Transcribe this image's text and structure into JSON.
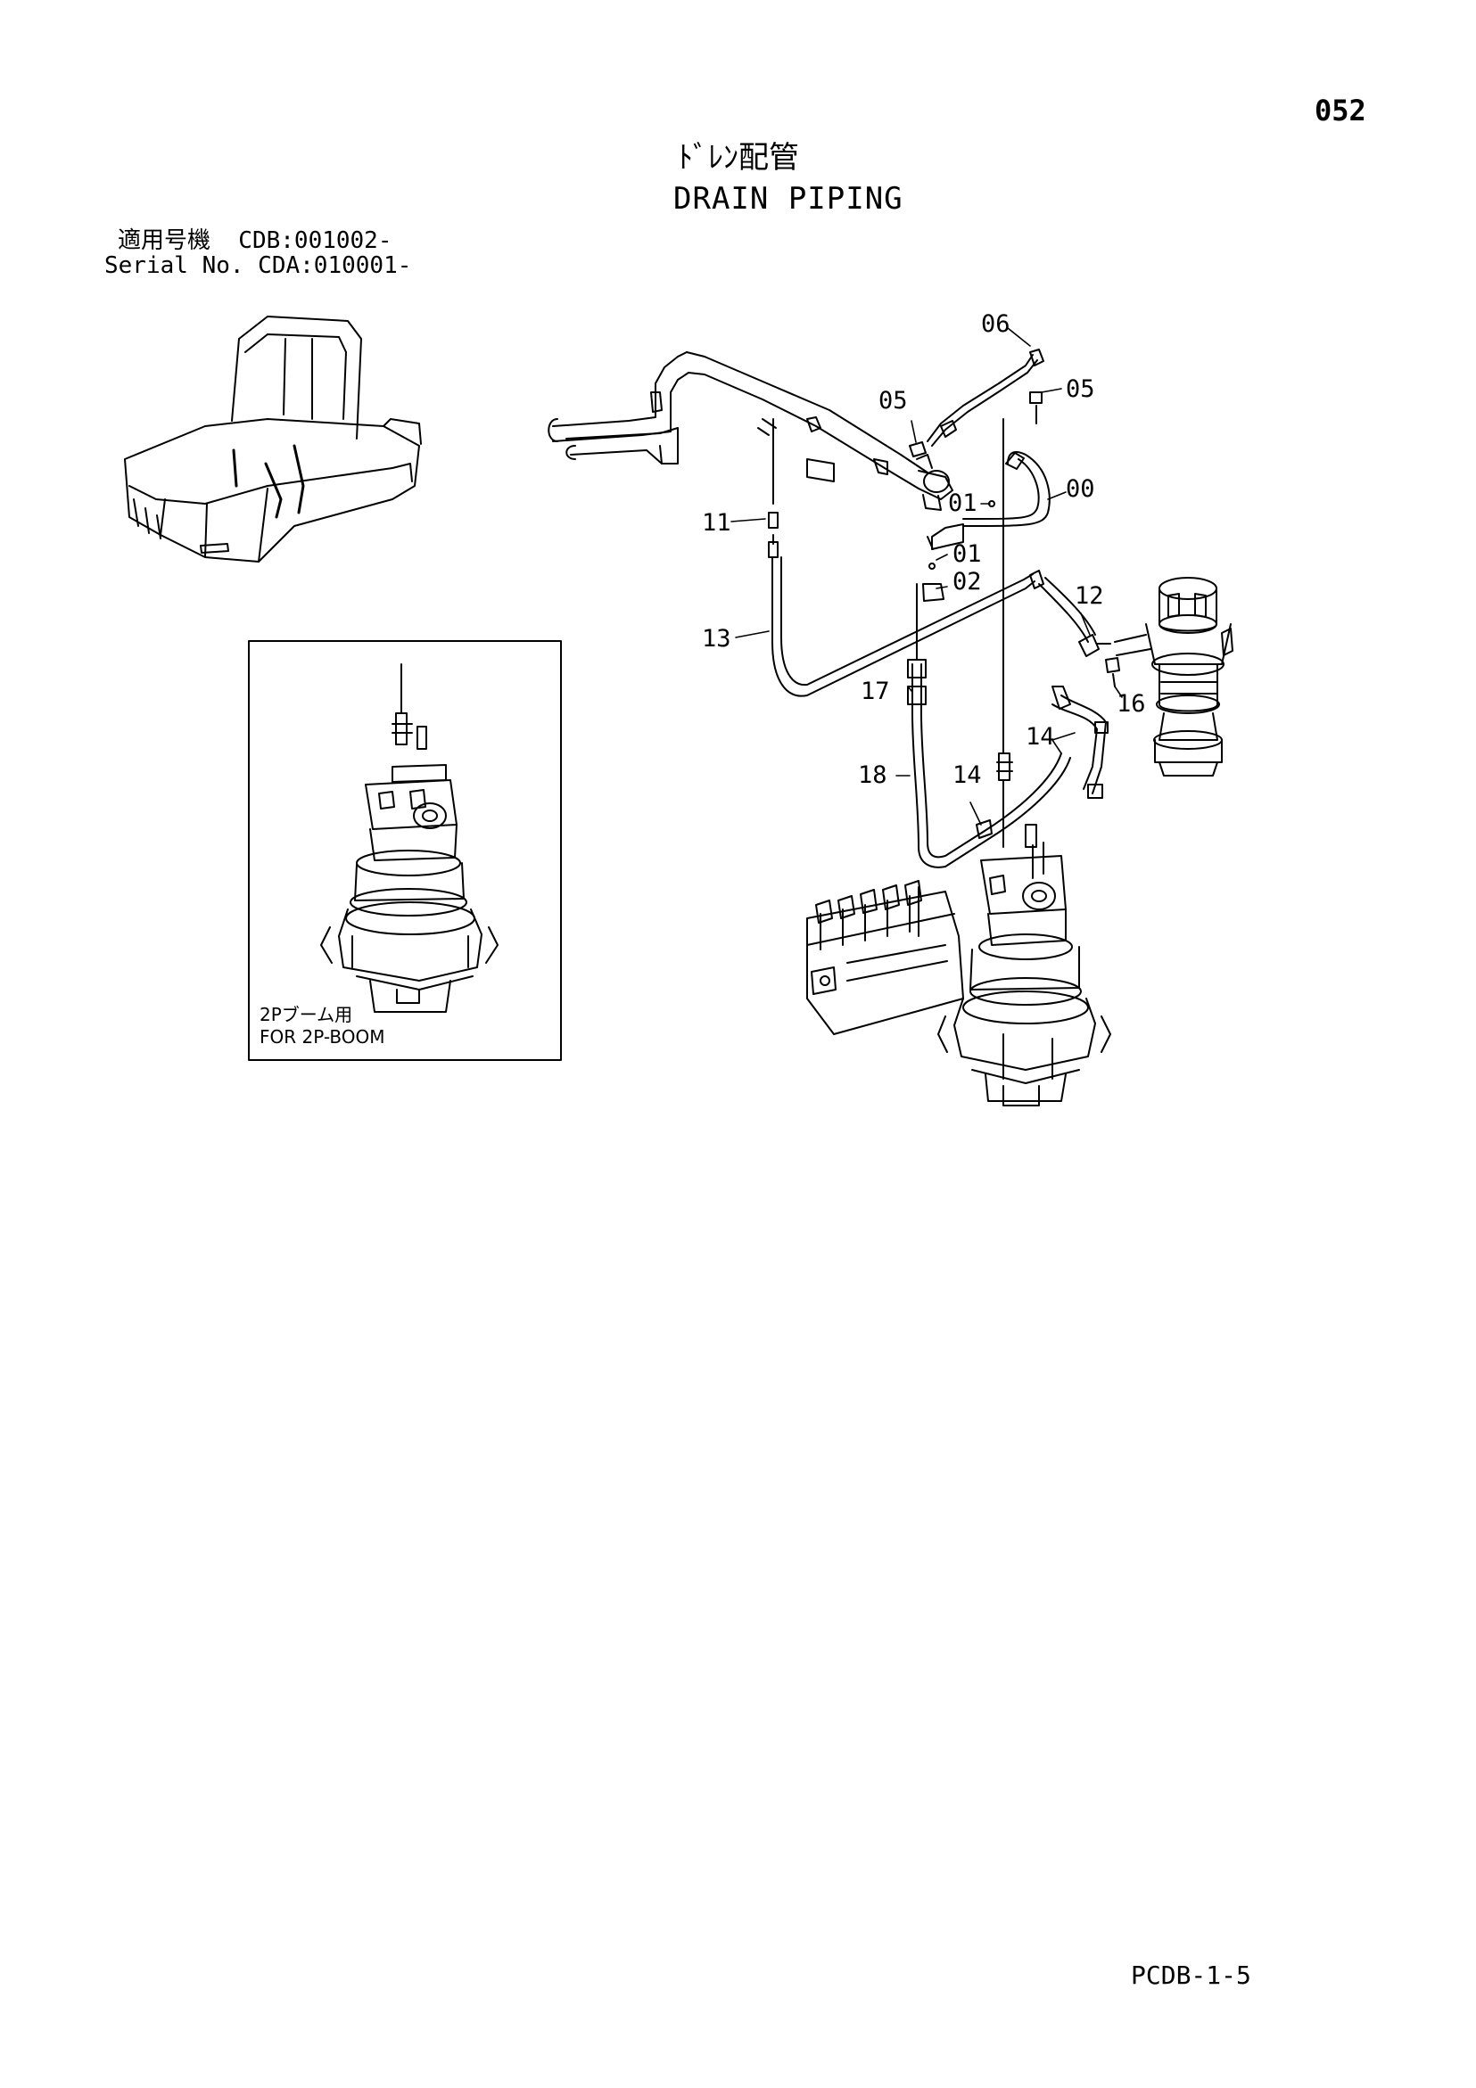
{
  "page_number": "052",
  "title_ja": "ﾄﾞﾚﾝ配管",
  "title_en": "DRAIN PIPING",
  "applicability": {
    "line1": "適用号機  CDB:001002-",
    "line2": "Serial No. CDA:010001-"
  },
  "inset": {
    "caption_ja": "2Pブーム用",
    "caption_en": "FOR 2P-BOOM"
  },
  "callouts": [
    {
      "label": "06"
    },
    {
      "label": "05"
    },
    {
      "label": "05"
    },
    {
      "label": "00"
    },
    {
      "label": "01"
    },
    {
      "label": "11"
    },
    {
      "label": "01"
    },
    {
      "label": "02"
    },
    {
      "label": "12"
    },
    {
      "label": "13"
    },
    {
      "label": "17"
    },
    {
      "label": "16"
    },
    {
      "label": "14"
    },
    {
      "label": "18"
    },
    {
      "label": "14"
    }
  ],
  "footer_code": "PCDB-1-5"
}
